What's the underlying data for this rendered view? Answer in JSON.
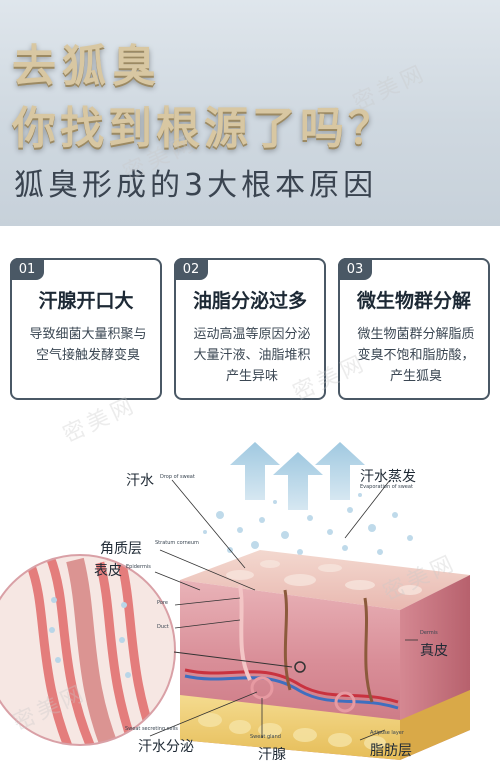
{
  "hero": {
    "title_line1": "去狐臭",
    "title_line2": "你找到根源了吗？",
    "subtitle": "狐臭形成的3大根本原因"
  },
  "cards": [
    {
      "num": "01",
      "title": "汗腺开口大",
      "lines": [
        "导致细菌大量积聚与",
        "空气接触发酵变臭"
      ]
    },
    {
      "num": "02",
      "title": "油脂分泌过多",
      "lines": [
        "运动高温等原因分泌",
        "大量汗液、油脂堆积",
        "产生异味"
      ]
    },
    {
      "num": "03",
      "title": "微生物群分解",
      "lines": [
        "微生物菌群分解脂质",
        "变臭不饱和脂肪酸，",
        "产生狐臭"
      ]
    }
  ],
  "watermark": "密美网",
  "diagram": {
    "labels": {
      "sweat": "汗水",
      "sweat_en": "Drop of sweat",
      "evap": "汗水蒸发",
      "evap_en": "Evaporation of sweat",
      "horny": "角质层",
      "horny_en": "Stratum corneum",
      "epidermis": "表皮",
      "epidermis_en": "Epidermis",
      "pore_en": "Pore",
      "duct_en": "Duct",
      "dermis": "真皮",
      "dermis_en": "Dermis",
      "secreting": "汗水分泌",
      "secreting_en": "Sweat secreting cells",
      "gland": "汗腺",
      "gland_en": "Sweat gland",
      "adipose": "脂肪层",
      "adipose_en": "Adipose layer"
    }
  },
  "colors": {
    "hero_gold": "#d8c7a2",
    "card_border": "#4a5865",
    "skin_pink": "#e8b3b7",
    "fat_yellow": "#f2d27a",
    "arrow_blue": "#9ec5dd"
  }
}
